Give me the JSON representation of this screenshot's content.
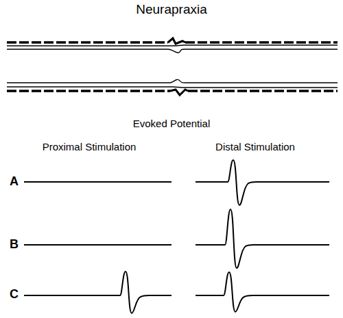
{
  "diagram": {
    "title": "Neurapraxia",
    "labels": [
      "Evoked Potential",
      "Proximal Stimulation",
      "Distal Stimulation",
      "A",
      "B",
      "C"
    ]
  }
}
